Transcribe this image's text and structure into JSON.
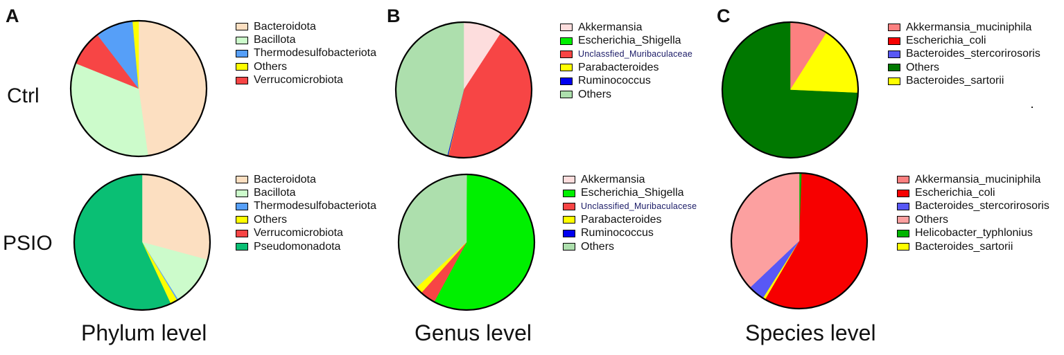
{
  "figure": {
    "panels": [
      {
        "letter": "A",
        "level_label": "Phylum level"
      },
      {
        "letter": "B",
        "level_label": "Genus level"
      },
      {
        "letter": "C",
        "level_label": "Species level"
      }
    ],
    "rows": [
      {
        "label": "Ctrl"
      },
      {
        "label": "PSIO"
      }
    ]
  },
  "chart_data": [
    {
      "type": "pie",
      "panel": "A",
      "group": "Ctrl",
      "title": "Phylum level",
      "legend": [
        {
          "name": "Bacteroidota",
          "color": "#FCDFC1"
        },
        {
          "name": "Bacillota",
          "color": "#CCFBCB"
        },
        {
          "name": "Thermodesulfobacteriota",
          "color": "#569FF8"
        },
        {
          "name": "Others",
          "color": "#FFFF00"
        },
        {
          "name": "Verrucomicrobiota",
          "color": "#F74545"
        }
      ],
      "slices": [
        {
          "name": "Bacteroidota",
          "value": 47.8,
          "color": "#FCDFC1"
        },
        {
          "name": "Bacillota",
          "value": 33.3,
          "color": "#CCFBCB"
        },
        {
          "name": "Verrucomicrobiota",
          "value": 8.5,
          "color": "#F74545"
        },
        {
          "name": "Thermodesulfobacteriota",
          "value": 9.0,
          "color": "#569FF8"
        },
        {
          "name": "Others",
          "value": 1.4,
          "color": "#FFFF00"
        }
      ]
    },
    {
      "type": "pie",
      "panel": "A",
      "group": "PSIO",
      "title": "Phylum level",
      "legend": [
        {
          "name": "Bacteroidota",
          "color": "#FCDFC1"
        },
        {
          "name": "Bacillota",
          "color": "#CCFBCB"
        },
        {
          "name": "Thermodesulfobacteriota",
          "color": "#569FF8"
        },
        {
          "name": "Others",
          "color": "#FFFF00"
        },
        {
          "name": "Verrucomicrobiota",
          "color": "#F74545"
        },
        {
          "name": "Pseudomonadota",
          "color": "#0ABF74"
        }
      ],
      "slices": [
        {
          "name": "Bacteroidota",
          "value": 29.2,
          "color": "#FCDFC1"
        },
        {
          "name": "Bacillota",
          "value": 11.9,
          "color": "#CCFBCB"
        },
        {
          "name": "Thermodesulfobacteriota",
          "value": 0.3,
          "color": "#569FF8"
        },
        {
          "name": "Others",
          "value": 1.7,
          "color": "#FFFF00"
        },
        {
          "name": "Verrucomicrobiota",
          "value": 0.0,
          "color": "#F74545"
        },
        {
          "name": "Pseudomonadota",
          "value": 56.9,
          "color": "#0ABF74"
        }
      ]
    },
    {
      "type": "pie",
      "panel": "B",
      "group": "Ctrl",
      "title": "Genus level",
      "legend": [
        {
          "name": "Akkermansia",
          "color": "#FDDDDD"
        },
        {
          "name": "Escherichia_Shigella",
          "color": "#00F000"
        },
        {
          "name": "Unclassfied_Muribaculaceae",
          "color": "#F74545",
          "small": true
        },
        {
          "name": "Parabacteroides",
          "color": "#FFFF00"
        },
        {
          "name": "Ruminococcus",
          "color": "#0000F0"
        },
        {
          "name": "Others",
          "color": "#ADDFAD"
        }
      ],
      "slices": [
        {
          "name": "Akkermansia",
          "value": 9.2,
          "color": "#FDDDDD"
        },
        {
          "name": "Escherichia_Shigella",
          "value": 0.0,
          "color": "#00F000"
        },
        {
          "name": "Unclassfied_Muribaculaceae",
          "value": 44.4,
          "color": "#F74545"
        },
        {
          "name": "Parabacteroides",
          "value": 0.1,
          "color": "#FFFF00"
        },
        {
          "name": "Ruminococcus",
          "value": 0.2,
          "color": "#0000F0"
        },
        {
          "name": "Others",
          "value": 46.1,
          "color": "#ADDFAD"
        }
      ]
    },
    {
      "type": "pie",
      "panel": "B",
      "group": "PSIO",
      "title": "Genus level",
      "legend": [
        {
          "name": "Akkermansia",
          "color": "#FDDDDD"
        },
        {
          "name": "Escherichia_Shigella",
          "color": "#00F000"
        },
        {
          "name": "Unclassified_Muribaculacese",
          "color": "#F74545",
          "small": true
        },
        {
          "name": "Parabacteroides",
          "color": "#FFFF00"
        },
        {
          "name": "Ruminococcus",
          "color": "#0000F0"
        },
        {
          "name": "Others",
          "color": "#ADDFAD"
        }
      ],
      "slices": [
        {
          "name": "Akkermansia",
          "value": 0.1,
          "color": "#FDDDDD"
        },
        {
          "name": "Escherichia_Shigella",
          "value": 57.8,
          "color": "#00F000"
        },
        {
          "name": "Unclassified_Muribaculacese",
          "value": 3.7,
          "color": "#F74545"
        },
        {
          "name": "Parabacteroides",
          "value": 1.7,
          "color": "#FFFF00"
        },
        {
          "name": "Ruminococcus",
          "value": 0.0,
          "color": "#0000F0"
        },
        {
          "name": "Others",
          "value": 36.7,
          "color": "#ADDFAD"
        }
      ]
    },
    {
      "type": "pie",
      "panel": "C",
      "group": "Ctrl",
      "title": "Species level",
      "legend": [
        {
          "name": "Akkermansia_muciniphila",
          "color": "#FC8080"
        },
        {
          "name": "Escherichia_coli",
          "color": "#F70000"
        },
        {
          "name": "Bacteroides_stercorirosoris",
          "color": "#5858F5"
        },
        {
          "name": "Others",
          "color": "#007800"
        },
        {
          "name": "Bacteroides_sartorii",
          "color": "#FFFF00"
        }
      ],
      "slices": [
        {
          "name": "Akkermansia_muciniphila",
          "value": 9.0,
          "color": "#FC8080"
        },
        {
          "name": "Bacteroides_sartorii",
          "value": 16.7,
          "color": "#FFFF00"
        },
        {
          "name": "Others",
          "value": 74.3,
          "color": "#007800"
        }
      ]
    },
    {
      "type": "pie",
      "panel": "C",
      "group": "PSIO",
      "title": "Species level",
      "legend": [
        {
          "name": "Akkermansia_muciniphila",
          "color": "#FC8080"
        },
        {
          "name": "Escherichia_coli",
          "color": "#F70000"
        },
        {
          "name": "Bacteroides_stercorirosoris",
          "color": "#5858F5"
        },
        {
          "name": "Others",
          "color": "#FCA0A0"
        },
        {
          "name": "Helicobacter_typhlonius",
          "color": "#00B400"
        },
        {
          "name": "Bacteroides_sartorii",
          "color": "#FFFF00"
        }
      ],
      "slices": [
        {
          "name": "Helicobacter_typhlonius",
          "value": 0.6,
          "color": "#00B400"
        },
        {
          "name": "Escherichia_coli",
          "value": 57.8,
          "color": "#F70000"
        },
        {
          "name": "Bacteroides_sartorii",
          "value": 0.6,
          "color": "#FFFF00"
        },
        {
          "name": "Bacteroides_stercorirosoris",
          "value": 3.9,
          "color": "#5858F5"
        },
        {
          "name": "Others",
          "value": 37.1,
          "color": "#FCA0A0"
        }
      ]
    }
  ]
}
